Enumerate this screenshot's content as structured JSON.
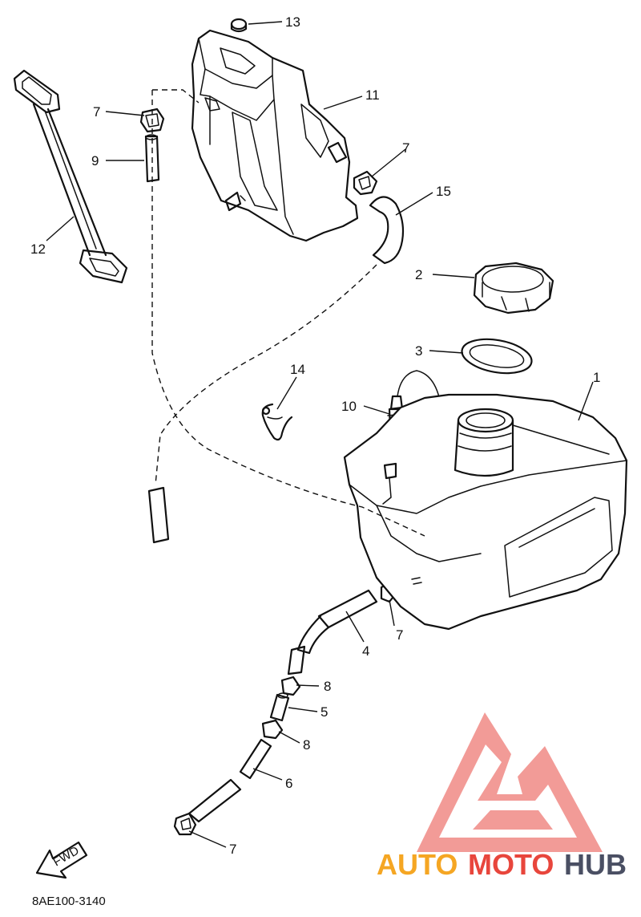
{
  "callouts": {
    "c1": "1",
    "c2": "2",
    "c3": "3",
    "c4": "4",
    "c5": "5",
    "c6": "6",
    "c7a": "7",
    "c7b": "7",
    "c7c": "7",
    "c7d": "7",
    "c8a": "8",
    "c8b": "8",
    "c9": "9",
    "c10": "10",
    "c11": "11",
    "c12": "12",
    "c13": "13",
    "c14": "14",
    "c15": "15"
  },
  "fwd_label": "FWD",
  "diagram_code": "8AE100-3140",
  "watermark": {
    "part1": "AUTO",
    "part2": "MOTO",
    "part3": "HUB",
    "color_orange": "#f5a623",
    "color_red": "#e8463c",
    "color_dark": "#4a4f63",
    "logo_color": "#f08a86"
  }
}
